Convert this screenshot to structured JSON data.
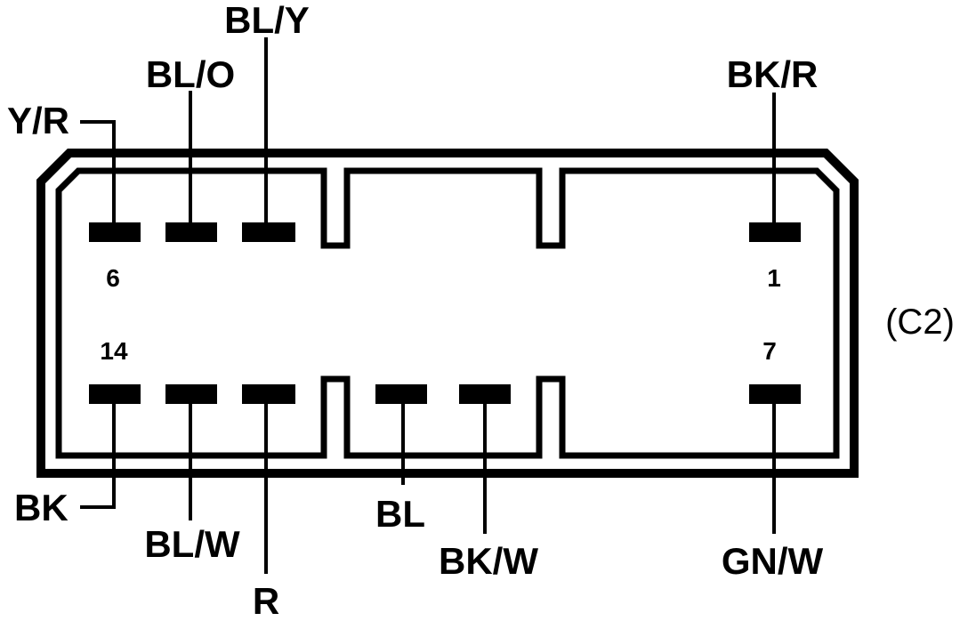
{
  "connector": {
    "id": "(C2)",
    "pin_numbers": {
      "top_left": "6",
      "top_right": "1",
      "bottom_left": "14",
      "bottom_right": "7"
    },
    "wires": {
      "top": [
        "Y/R",
        "BL/O",
        "BL/Y",
        "BK/R"
      ],
      "bottom": [
        "BK",
        "BL/W",
        "R",
        "BL",
        "BK/W",
        "GN/W"
      ]
    }
  }
}
